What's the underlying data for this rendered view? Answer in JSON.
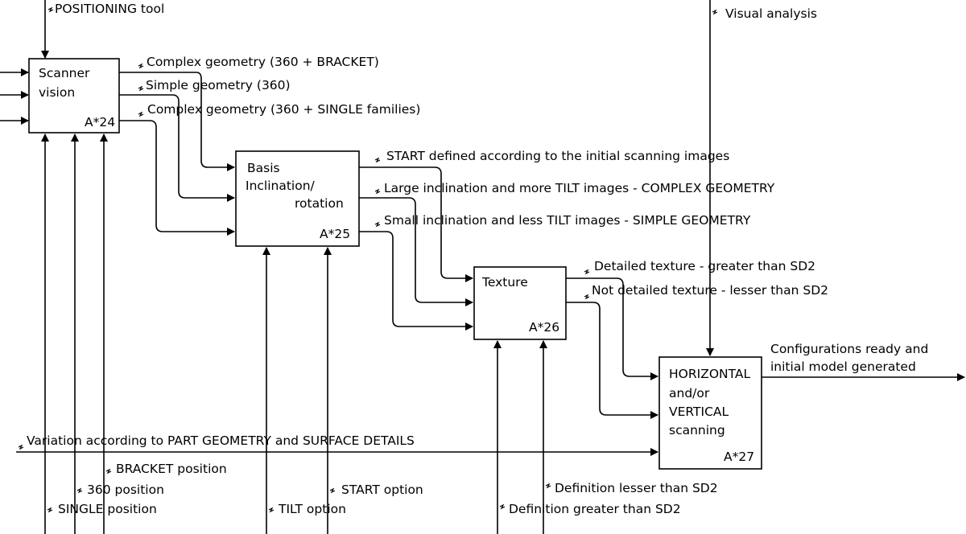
{
  "boxes": {
    "a24": {
      "title_line1": "Scanner",
      "title_line2": "vision",
      "id": "A*24"
    },
    "a25": {
      "title_line1": "Basis",
      "title_line2": "Inclination/",
      "title_line3": "rotation",
      "id": "A*25"
    },
    "a26": {
      "title_line1": "Texture",
      "id": "A*26"
    },
    "a27": {
      "title_line1": "HORIZONTAL",
      "title_line2": "and/or",
      "title_line3": "VERTICAL",
      "title_line4": "scanning",
      "id": "A*27"
    }
  },
  "controls": {
    "positioning_tool": "POSITIONING tool",
    "visual_analysis": "Visual analysis"
  },
  "arrow_labels": {
    "complex_bracket": "Complex geometry (360 + BRACKET)",
    "simple_360": "Simple geometry (360)",
    "complex_single": "Complex geometry (360 + SINGLE families)",
    "start_defined": "START defined according to the initial scanning images",
    "large_inclination": "Large inclination and more TILT images - COMPLEX GEOMETRY",
    "small_inclination": "Small inclination and less TILT images - SIMPLE GEOMETRY",
    "detailed_texture": "Detailed texture - greater than SD2",
    "not_detailed_texture": "Not detailed texture - lesser than SD2",
    "output_line1": "Configurations ready and",
    "output_line2": "initial model generated",
    "variation": "Variation according to PART GEOMETRY and SURFACE DETAILS"
  },
  "mechanisms": {
    "bracket_position": "BRACKET position",
    "position_360": "360 position",
    "single_position": "SINGLE position",
    "tilt_option": "TILT option",
    "start_option": "START option",
    "definition_lesser": "Definition lesser than SD2",
    "definition_greater": "Definition greater than SD2"
  }
}
